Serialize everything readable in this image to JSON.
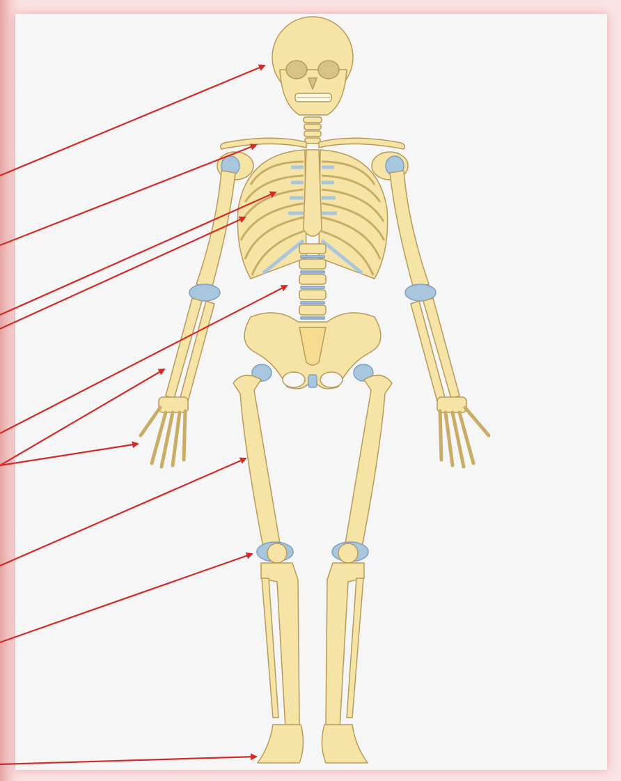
{
  "colors": {
    "bone": "#f6e4a6",
    "bone_stroke": "#b89a58",
    "cartilage": "#a9c6df",
    "cartilage_stroke": "#7d9fbf",
    "arrow": "#d42a25",
    "background": "#f6f6f6",
    "frame": "#fbe4e4"
  },
  "diagram": {
    "subject": "human-skeleton-front-view",
    "pointers": [
      {
        "name": "pointer-skull"
      },
      {
        "name": "pointer-clavicle"
      },
      {
        "name": "pointer-sternum"
      },
      {
        "name": "pointer-ribs"
      },
      {
        "name": "pointer-vertebral-column"
      },
      {
        "name": "pointer-radius-ulna"
      },
      {
        "name": "pointer-hand-bones"
      },
      {
        "name": "pointer-femur"
      },
      {
        "name": "pointer-patella"
      },
      {
        "name": "pointer-foot-bones"
      }
    ]
  }
}
